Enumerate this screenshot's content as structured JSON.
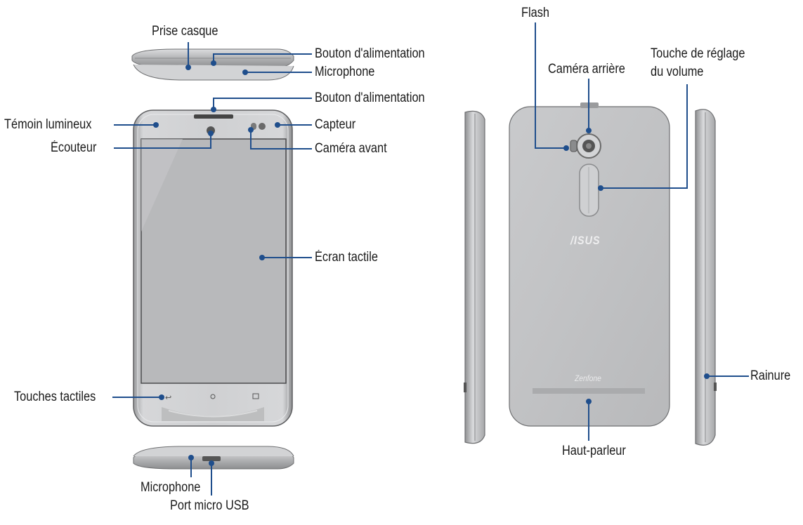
{
  "labels": {
    "headphone_jack": "Prise casque",
    "power_button_top": "Bouton d'alimentation",
    "microphone_top": "Microphone",
    "power_button_front": "Bouton d'alimentation",
    "notification_led": "Témoin lumineux",
    "sensor": "Capteur",
    "earpiece": "Écouteur",
    "front_camera": "Caméra avant",
    "touchscreen": "Écran tactile",
    "touch_keys": "Touches tactiles",
    "microphone_bottom": "Microphone",
    "micro_usb_port": "Port micro USB",
    "flash": "Flash",
    "rear_camera": "Caméra arrière",
    "volume_key_line1": "Touche de réglage",
    "volume_key_line2": "du volume",
    "groove": "Rainure",
    "speaker": "Haut-parleur"
  },
  "device_markings": {
    "brand_logo": "/ISUS",
    "model_name": "Zenfone"
  },
  "colors": {
    "callout_line": "#1f4e8c",
    "callout_dot": "#1f4e8c",
    "body_silver": "#c8c9cb",
    "screen_gray": "#b9babc",
    "label_text": "#1a1a1a"
  }
}
